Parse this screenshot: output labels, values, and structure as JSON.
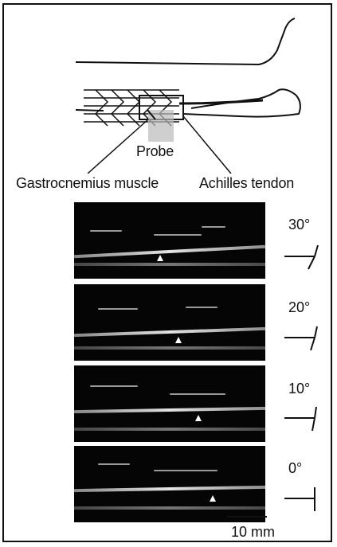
{
  "labels": {
    "probe": "Probe",
    "gastrocnemius": "Gastrocnemius muscle",
    "achilles": "Achilles tendon",
    "scale": "10 mm"
  },
  "panels": [
    {
      "angle": "30°",
      "name": "panel-30"
    },
    {
      "angle": "20°",
      "name": "panel-20"
    },
    {
      "angle": "10°",
      "name": "panel-10"
    },
    {
      "angle": "0°",
      "name": "panel-0"
    }
  ],
  "colors": {
    "ink": "#111111",
    "panel_bg": "#050505",
    "ultrasound_white": "#e6e6e6"
  }
}
